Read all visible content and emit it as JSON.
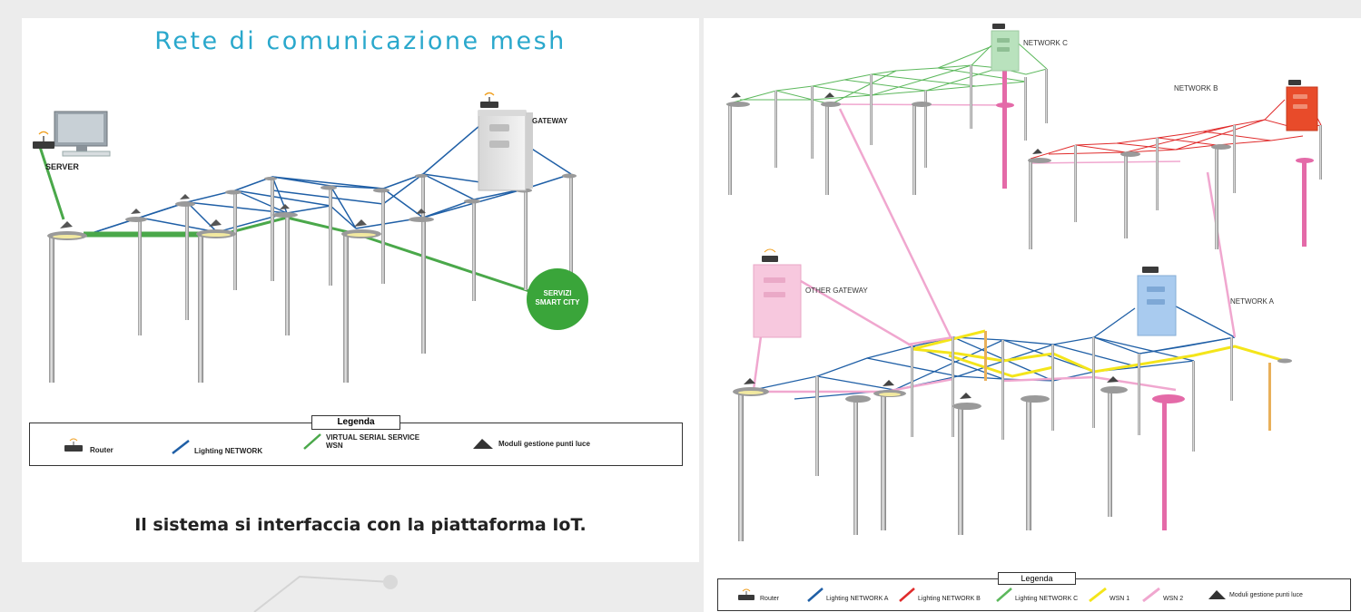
{
  "left": {
    "title": "Rete di comunicazione mesh",
    "labels": {
      "server": "SERVER",
      "gateway": "GATEWAY",
      "services_1": "SERVIZI",
      "services_2": "SMART CITY"
    },
    "legend": {
      "title": "Legenda",
      "router": "Router",
      "lighting": "Lighting NETWORK",
      "vss_1": "VIRTUAL SERIAL SERVICE",
      "vss_2": "WSN",
      "modules": "Moduli gestione punti luce"
    },
    "caption": "Il sistema si interfaccia con la piattaforma IoT."
  },
  "right": {
    "labels": {
      "network_c": "NETWORK C",
      "network_b": "NETWORK B",
      "network_a": "NETWORK A",
      "other_gateway": "OTHER GATEWAY"
    },
    "legend": {
      "title": "Legenda",
      "router": "Router",
      "lighting_a": "Lighting NETWORK A",
      "lighting_b": "Lighting NETWORK B",
      "lighting_c": "Lighting NETWORK C",
      "wsn1": "WSN 1",
      "wsn2": "WSN 2",
      "modules": "Moduli gestione punti luce"
    }
  },
  "colors": {
    "lighting_network": "#1f5fa6",
    "lighting_network_b": "#e02b2b",
    "lighting_network_c": "#5cb85c",
    "virtual_serial_service": "#4aa84a",
    "wsn1": "#f4e51a",
    "wsn2": "#f0a7cf",
    "title": "#2aa8cc",
    "services_circle": "#3aa53a",
    "gateway_gray": "#e0e0e0",
    "gateway_green": "#b9e2bd",
    "gateway_red": "#e84b2a",
    "gateway_blue": "#a9cbef",
    "gateway_pink": "#f7c8de"
  }
}
